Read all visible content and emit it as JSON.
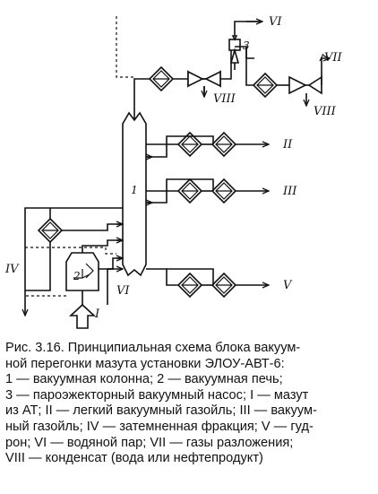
{
  "diagram": {
    "labels": {
      "column": "1",
      "furnace": "2",
      "ejector": "3",
      "feed": "I",
      "light_gasoil": "II",
      "heavy_gasoil": "III",
      "dark_fraction": "IV",
      "tar": "V",
      "steam_bottom": "VI",
      "steam_top": "VI",
      "gases": "VII",
      "condensate_1": "VIII",
      "condensate_2": "VIII"
    }
  },
  "caption": {
    "lines": [
      "Рис. 3.16. Принципиальная схема блока вакуум-",
      "ной перегонки мазута установки ЭЛОУ-АВТ-6:",
      "1 — вакуумная колонна; 2 — вакуумная печь;",
      "3 — пароэжекторный вакуумный насос; I — мазут",
      "из АТ; II — легкий вакуумный газойль; III — вакуум-",
      "ный газойль; IV — затемненная фракция; V — гуд-",
      "рон; VI — водяной пар; VII — газы разложения;",
      "VIII — конденсат (вода или нефтепродукт)"
    ]
  }
}
